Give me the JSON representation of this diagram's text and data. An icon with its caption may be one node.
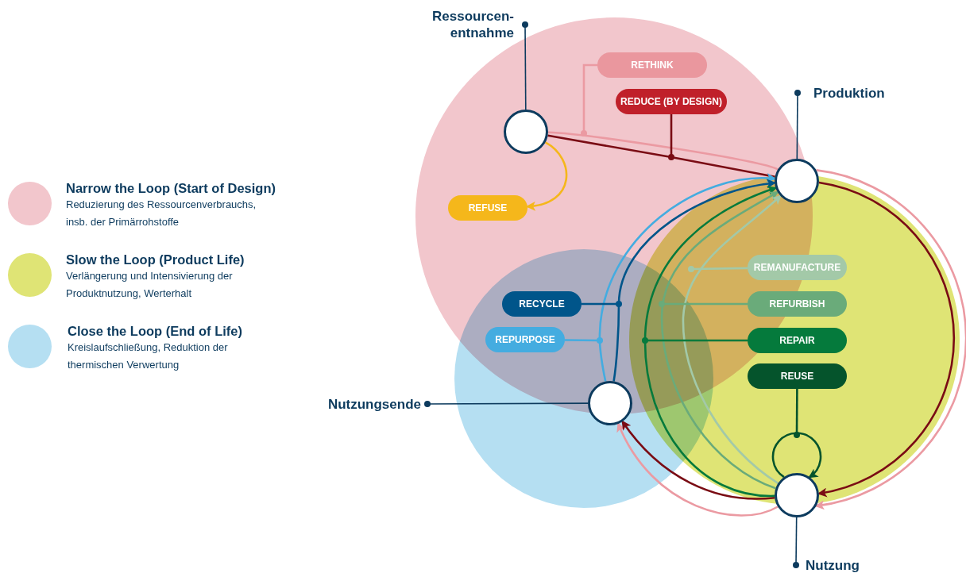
{
  "diagram": {
    "nodes": [
      {
        "text": [
          "Ressourcen-entnahme"
        ]
      },
      {
        "text": [],
        "shape": "circle"
      },
      {
        "text": [
          "Produktion"
        ]
      },
      {
        "text": [],
        "shape": "circle"
      },
      {
        "text": [
          "Nutzung"
        ]
      },
      {
        "text": [],
        "shape": "circle"
      },
      {
        "text": [
          "Nutzungsende"
        ]
      },
      {
        "text": [],
        "shape": "circle"
      },
      {
        "text": [
          "RETHINK"
        ]
      },
      {
        "text": [
          "REDUCE (BY DESIGN)"
        ]
      },
      {
        "text": [
          "REFUSE"
        ]
      },
      {
        "text": [
          "REMANUFACTURE"
        ]
      },
      {
        "text": [
          "REFURBISH"
        ]
      },
      {
        "text": [
          "REPAIR"
        ]
      },
      {
        "text": [
          "REUSE"
        ]
      },
      {
        "text": [
          "RECYCLE"
        ]
      },
      {
        "text": [
          "REPURPOSE"
        ]
      }
    ],
    "edges": [
      {
        "from": 0,
        "to": 1,
        "arrow": "other"
      },
      {
        "from": 2,
        "to": 3,
        "arrow": "other"
      },
      {
        "from": 4,
        "to": 5,
        "arrow": "other"
      },
      {
        "from": 6,
        "to": 7,
        "arrow": "other"
      },
      {
        "from": 1,
        "to": 3,
        "arrow": "none",
        "color": "#eb9aa2"
      },
      {
        "from": 1,
        "to": 3,
        "arrow": "none",
        "color": "#7a0c14"
      },
      {
        "from": 3,
        "to": 5,
        "arrow": "to",
        "color": "#eb9aa2"
      },
      {
        "from": 3,
        "to": 5,
        "arrow": "to",
        "color": "#7a0c14"
      },
      {
        "from": 5,
        "to": 7,
        "arrow": "to",
        "color": "#eb9aa2"
      },
      {
        "from": 5,
        "to": 7,
        "arrow": "to",
        "color": "#7a0c14"
      },
      {
        "from": 1,
        "to": 10,
        "arrow": "to",
        "color": "#f5b71b"
      },
      {
        "from": 7,
        "to": 3,
        "arrow": "to",
        "color": "#44ace0"
      },
      {
        "from": 7,
        "to": 3,
        "arrow": "to",
        "color": "#00558a"
      },
      {
        "from": 5,
        "to": 3,
        "arrow": "to",
        "color": "#057a3c"
      },
      {
        "from": 5,
        "to": 3,
        "arrow": "to",
        "color": "#6aab7a"
      },
      {
        "from": 5,
        "to": 3,
        "arrow": "to",
        "color": "#a3c9a8"
      },
      {
        "from": 5,
        "to": 5,
        "arrow": "to",
        "color": "#05542c"
      },
      {
        "from": 8,
        "to": null,
        "arrow": "other",
        "color": "#eb9aa2"
      },
      {
        "from": 9,
        "to": null,
        "arrow": "other",
        "color": "#7a0c14"
      },
      {
        "from": 15,
        "to": null,
        "arrow": "other",
        "color": "#00558a"
      },
      {
        "from": 16,
        "to": null,
        "arrow": "other",
        "color": "#44ace0"
      },
      {
        "from": 11,
        "to": null,
        "arrow": "other",
        "color": "#a3c9a8"
      },
      {
        "from": 12,
        "to": null,
        "arrow": "other",
        "color": "#6aab7a"
      },
      {
        "from": 13,
        "to": null,
        "arrow": "other",
        "color": "#057a3c"
      },
      {
        "from": 14,
        "to": null,
        "arrow": "other",
        "color": "#05542c"
      }
    ],
    "labels": [
      "Reduzierung des Ressourcenverbrauchs, insb. der Primärrohstoffe",
      "Verlängerung und Intensivierung der Produktnutzung, Werterhalt",
      "Kreislaufschließung, Reduktion der thermischen Verwertung"
    ],
    "legend": [
      {
        "text": "Narrow the Loop (Start of Design)",
        "color": "#f2c6cc"
      },
      {
        "text": "Slow the Loop (Product Life)",
        "color": "#dfe475"
      },
      {
        "text": "Close the Loop (End of Life)",
        "color": "#b5dff2"
      }
    ]
  }
}
